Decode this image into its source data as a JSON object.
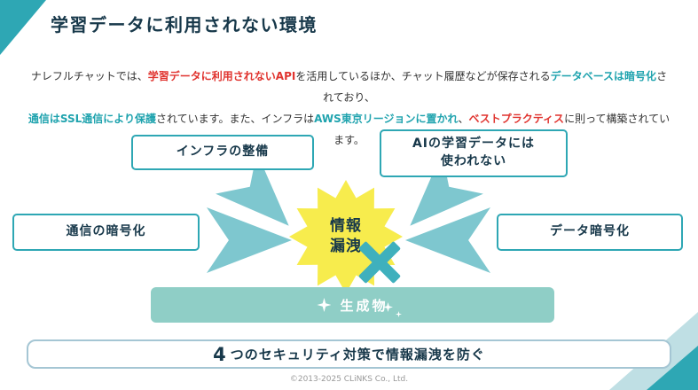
{
  "page": {
    "title": "学習データに利用されない環境",
    "footer": "©2013-2025 CLiNKS Co., Ltd."
  },
  "intro": {
    "segments": [
      {
        "text": "ナレフルチャットでは、",
        "color": "normal"
      },
      {
        "text": "学習データに利用されないAPI",
        "color": "red"
      },
      {
        "text": "を活用しているほか、チャット履歴などが保存される",
        "color": "normal"
      },
      {
        "text": "データベースは暗号化",
        "color": "teal"
      },
      {
        "text": "されており、",
        "color": "normal",
        "breakAfter": true
      },
      {
        "text": "通信はSSL通信により保護",
        "color": "teal"
      },
      {
        "text": "されています。また、インフラは",
        "color": "normal"
      },
      {
        "text": "AWS東京リージョンに置かれ",
        "color": "teal"
      },
      {
        "text": "、",
        "color": "normal"
      },
      {
        "text": "ベストプラクティス",
        "color": "red"
      },
      {
        "text": "に則って構築されています。",
        "color": "normal"
      }
    ]
  },
  "diagram": {
    "boxes": [
      {
        "id": "infra",
        "label": "インフラの整備"
      },
      {
        "id": "ai-training",
        "label": "AIの学習データには\n使われない"
      },
      {
        "id": "comm-encryption",
        "label": "通信の暗号化"
      },
      {
        "id": "data-encryption",
        "label": "データ暗号化"
      }
    ],
    "center": {
      "label": "情報\n漏洩"
    },
    "output": {
      "label": "生成物"
    }
  },
  "summary": {
    "number": "4",
    "text": "つのセキュリティ対策で情報漏洩を防ぐ"
  },
  "colors": {
    "accent_teal": "#2ea7b4",
    "arrow_teal": "#7ec7cf",
    "highlight_red": "#e0342f",
    "highlight_teal": "#1fa3ae",
    "starburst_yellow": "#f7ec4d",
    "x_mark_teal": "#3fb0bd",
    "output_bar_teal": "#8fcec6",
    "title_navy": "#17384a",
    "summary_border": "#a5c6d4"
  }
}
